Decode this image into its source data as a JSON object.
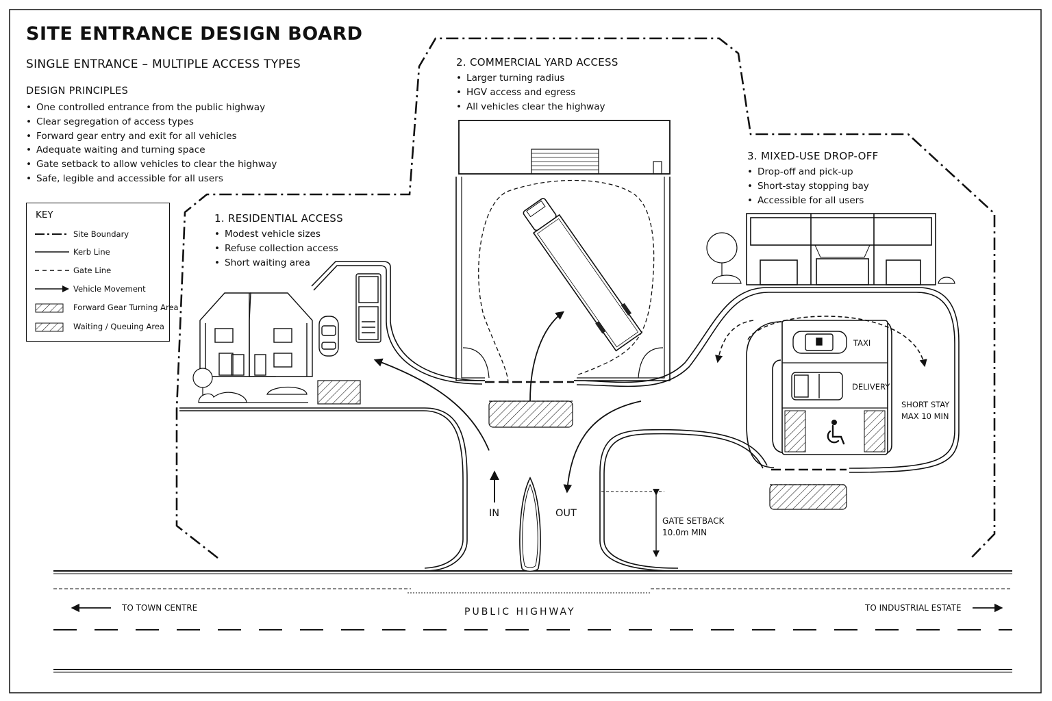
{
  "board": {
    "title": "SITE ENTRANCE DESIGN BOARD",
    "subtitle": "SINGLE ENTRANCE – MULTIPLE ACCESS TYPES"
  },
  "principles": {
    "heading": "DESIGN PRINCIPLES",
    "items": [
      "One controlled entrance from the public highway",
      "Clear segregation of access types",
      "Forward gear entry and exit for all vehicles",
      "Adequate waiting and turning space",
      "Gate setback to allow vehicles to clear the highway",
      "Safe, legible and accessible for all users"
    ]
  },
  "key": {
    "heading": "KEY",
    "items": [
      {
        "label": "Site Boundary",
        "symbol": "dash-dot-line"
      },
      {
        "label": "Kerb Line",
        "symbol": "solid-line"
      },
      {
        "label": "Gate Line",
        "symbol": "dashed-line"
      },
      {
        "label": "Vehicle Movement",
        "symbol": "arrow"
      },
      {
        "label": "Forward Gear Turning Area",
        "symbol": "hatch"
      },
      {
        "label": "Waiting / Queuing Area",
        "symbol": "hatch"
      }
    ]
  },
  "zones": {
    "residential": {
      "title": "1. RESIDENTIAL ACCESS",
      "points": [
        "Modest vehicle sizes",
        "Refuse collection access",
        "Short waiting area"
      ]
    },
    "commercial": {
      "title": "2. COMMERCIAL YARD ACCESS",
      "points": [
        "Larger turning radius",
        "HGV access and egress",
        "All vehicles clear the highway"
      ]
    },
    "mixed": {
      "title": "3. MIXED-USE DROP-OFF",
      "points": [
        "Drop-off and pick-up",
        "Short-stay stopping bay",
        "Accessible for all users"
      ]
    }
  },
  "labels": {
    "taxi": "TAXI",
    "delivery": "DELIVERY",
    "short_stay_1": "SHORT STAY",
    "short_stay_2": "MAX 10 MIN",
    "in": "IN",
    "out": "OUT",
    "gate_setback_1": "GATE SETBACK",
    "gate_setback_2": "10.0m MIN",
    "highway": "PUBLIC HIGHWAY",
    "to_town": "TO TOWN CENTRE",
    "to_industrial": "TO INDUSTRIAL ESTATE"
  }
}
